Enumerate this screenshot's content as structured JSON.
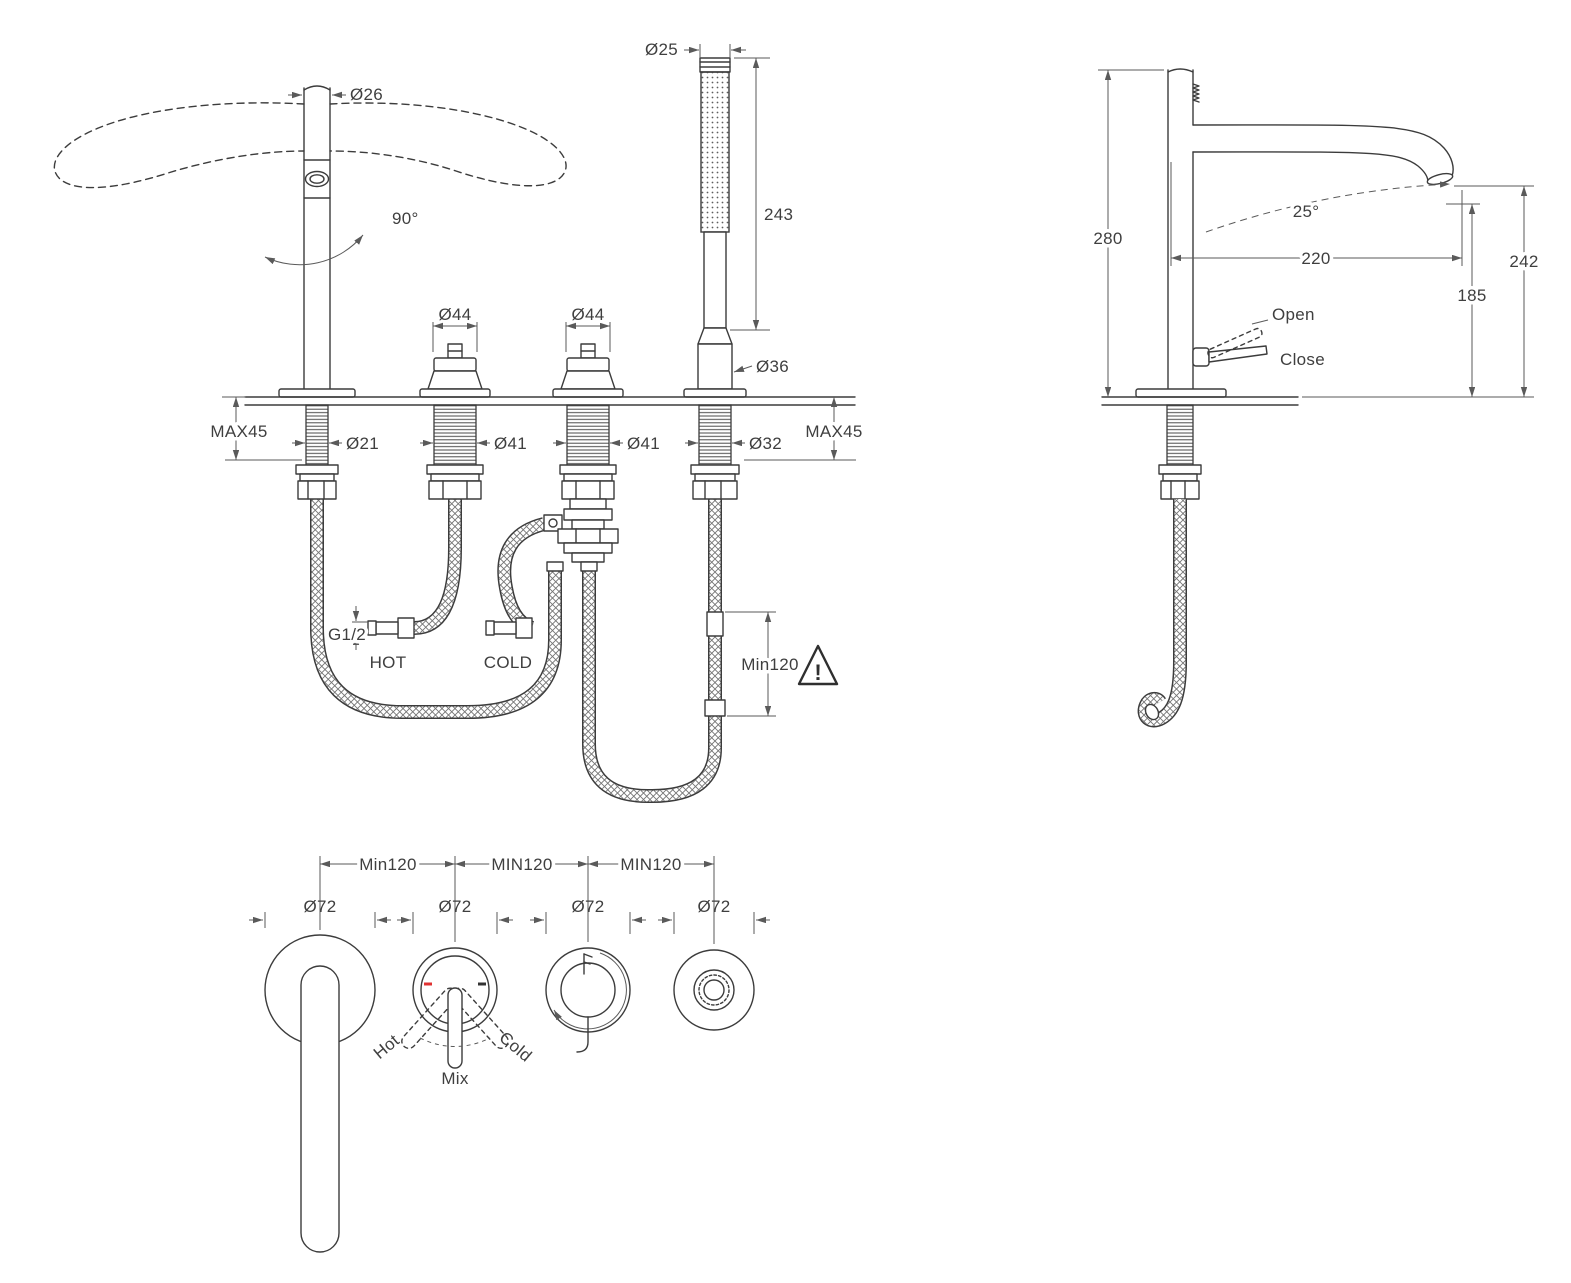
{
  "meta": {
    "background": "#ffffff",
    "line_color": "#3c3c3c",
    "accent_red": "#e03131"
  },
  "front_view": {
    "spout_tip_diameter": "Ø26",
    "swivel_angle": "90°",
    "valve1_diameter": "Ø44",
    "valve2_diameter": "Ø44",
    "handshower_top_diameter": "Ø25",
    "handshower_length": "243",
    "handshower_holder_diameter": "Ø36",
    "deck_max_left": "MAX45",
    "spout_shank_diameter": "Ø21",
    "valve1_shank_diameter": "Ø41",
    "valve2_shank_diameter": "Ø41",
    "handshower_shank_diameter": "Ø32",
    "deck_max_right": "MAX45",
    "inlet_thread": "G1/2",
    "hot_label": "HOT",
    "cold_label": "COLD",
    "hose_min_length": "Min120",
    "warning_mark": "!"
  },
  "side_view": {
    "spout_height": "280",
    "spout_angle": "25°",
    "spout_reach": "220",
    "tip_height": "242",
    "outlet_height": "185",
    "handle_open": "Open",
    "handle_close": "Close"
  },
  "top_view": {
    "pitch_1": "Min120",
    "pitch_2": "MIN120",
    "pitch_3": "MIN120",
    "spout_base_diameter": "Ø72",
    "mixer_base_diameter": "Ø72",
    "diverter_base_diameter": "Ø72",
    "holder_base_diameter": "Ø72",
    "hot": "Hot",
    "mix": "Mix",
    "cold": "Cold"
  }
}
